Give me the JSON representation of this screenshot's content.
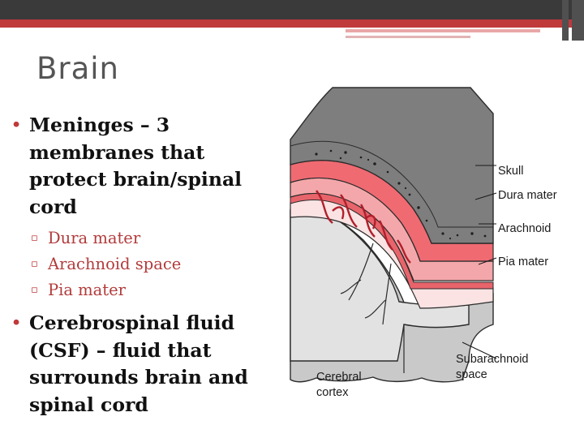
{
  "slide": {
    "title": "Brain",
    "bullets": [
      {
        "text": "Meninges – 3 membranes that protect brain/spinal cord",
        "subitems": [
          "Dura mater",
          "Arachnoid space",
          "Pia mater"
        ]
      },
      {
        "text": "Cerebrospinal fluid (CSF) – fluid that surrounds brain and spinal cord",
        "subitems": []
      }
    ]
  },
  "figure": {
    "labels": {
      "skull": "Skull",
      "dura": "Dura mater",
      "arachnoid": "Arachnoid",
      "pia": "Pia mater",
      "subarachnoid_1": "Subarachnoid",
      "subarachnoid_2": "space",
      "cerebral_1": "Cerebral",
      "cerebral_2": "cortex"
    }
  },
  "colors": {
    "accent": "#c0393b",
    "header_bar": "#3a3a3a",
    "subitem_text": "#b23b3b",
    "title_text": "#555555"
  }
}
